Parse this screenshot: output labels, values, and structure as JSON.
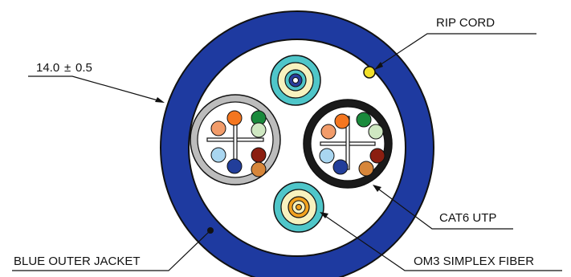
{
  "labels": {
    "dimension": "14.0",
    "dimension_tolerance_symbol": "±",
    "dimension_tolerance": "0.5",
    "rip_cord": "RIP CORD",
    "cat6_utp": "CAT6 UTP",
    "blue_outer_jacket": "BLUE OUTER JACKET",
    "om3_simplex_fiber": "OM3 SIMPLEX FIBER"
  },
  "colors": {
    "jacket": "#1e3aa0",
    "jacket_stroke": "#111111",
    "rip_cord": "#f2e02a",
    "fiber_aqua": "#4fc6c9",
    "fiber_cream": "#f7f2bf",
    "fiber_top_core": "#2a3d9c",
    "fiber_bottom_core": "#f2a21f",
    "cat6_gray_jacket": "#bcbcbc",
    "cat6_black_jacket": "#1a1a1a",
    "pair_colors": [
      "#f4761f",
      "#1a8a3c",
      "#cfe8c2",
      "#8b1e10",
      "#d7863a",
      "#223e9a",
      "#a9d6f0",
      "#f29c6a"
    ]
  }
}
